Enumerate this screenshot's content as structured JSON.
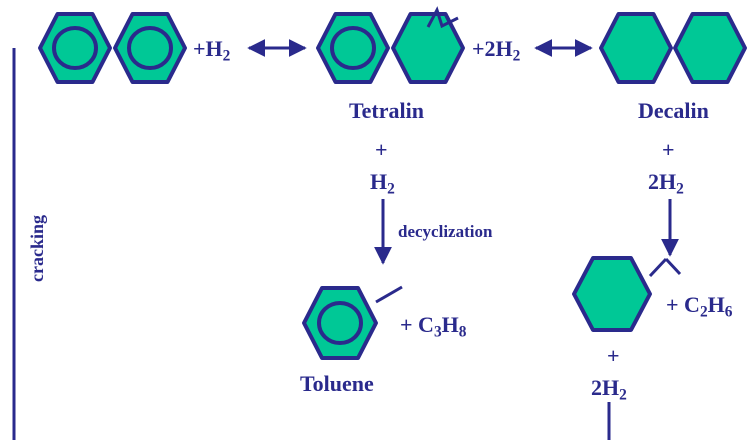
{
  "colors": {
    "fill": "#00c896",
    "stroke": "#2a2a8c"
  },
  "labels": {
    "tetralin": "Tetralin",
    "decalin": "Decalin",
    "toluene": "Toluene",
    "cracking": "cracking",
    "decyclization": "decyclization",
    "plus": "+",
    "h2_prefix": "+H",
    "two_h2_prefix": "+2H",
    "h2": "H",
    "two_h2": "2H",
    "c3h8_plus": "+ C",
    "c2h6_plus": "+ C",
    "sub2": "2",
    "sub3": "3",
    "sub6": "6",
    "sub8": "8",
    "h": "H"
  }
}
